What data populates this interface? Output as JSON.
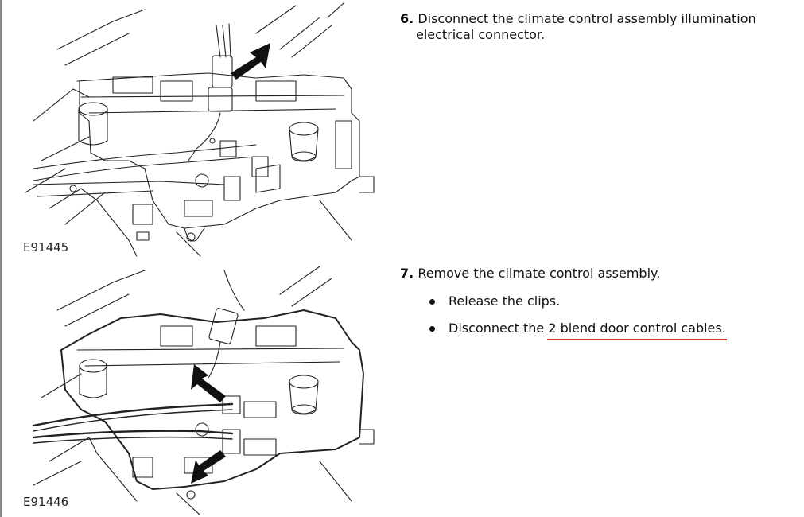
{
  "figures": [
    {
      "id": "fig1",
      "label": "E91445"
    },
    {
      "id": "fig2",
      "label": "E91446"
    }
  ],
  "steps": [
    {
      "number": "6.",
      "text_line1": "Disconnect the climate control assembly illumination",
      "text_line2": "electrical connector."
    },
    {
      "number": "7.",
      "text": "Remove the climate control assembly.",
      "bullets": [
        {
          "text": "Release the clips.",
          "link": ""
        },
        {
          "text": "Disconnect the ",
          "link": "2 blend door control cables."
        }
      ]
    }
  ],
  "colors": {
    "link_underline": "#d83a34",
    "arrow": "#111111",
    "line_art": "#222222"
  }
}
